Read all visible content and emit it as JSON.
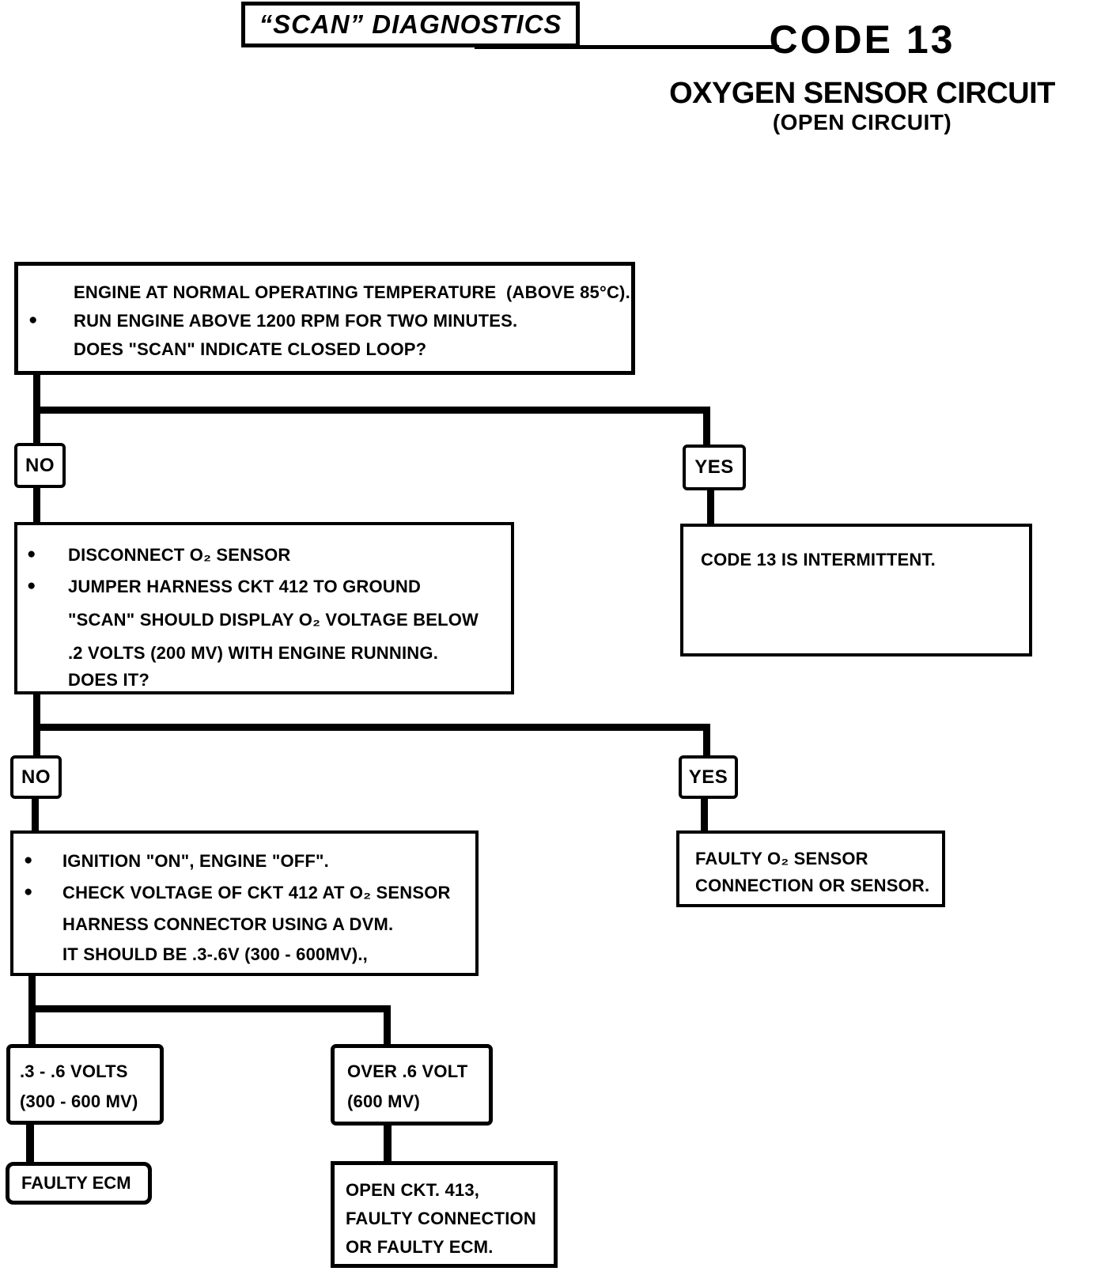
{
  "title": {
    "scan_diagnostics": "“SCAN” DIAGNOSTICS"
  },
  "heading": {
    "code": "CODE 13",
    "circuit": "OXYGEN SENSOR CIRCUIT",
    "sub": "(OPEN CIRCUIT)"
  },
  "icons": {
    "bullet": "●"
  },
  "colors": {
    "ink": "#000000",
    "paper": "#ffffff"
  },
  "nodes": {
    "step1": {
      "lines": [
        "ENGINE AT NORMAL OPERATING TEMPERATURE  (ABOVE 85°C).",
        "RUN ENGINE ABOVE 1200 RPM FOR TWO MINUTES.",
        "DOES \"SCAN\" INDICATE CLOSED LOOP?"
      ]
    },
    "no1": {
      "label": "NO"
    },
    "yes1": {
      "label": "YES"
    },
    "step2": {
      "lines": [
        "DISCONNECT O₂ SENSOR",
        "JUMPER HARNESS CKT 412 TO GROUND",
        "\"SCAN\" SHOULD DISPLAY O₂ VOLTAGE BELOW",
        ".2 VOLTS (200 MV) WITH ENGINE RUNNING.",
        "DOES IT?"
      ]
    },
    "intermittent": {
      "lines": [
        "CODE 13 IS INTERMITTENT."
      ]
    },
    "no2": {
      "label": "NO"
    },
    "yes2": {
      "label": "YES"
    },
    "step3": {
      "lines": [
        "IGNITION \"ON\", ENGINE \"OFF\".",
        "CHECK VOLTAGE OF CKT 412 AT O₂ SENSOR",
        "HARNESS CONNECTOR USING A DVM.",
        "IT SHOULD BE .3-.6V (300 - 600MV).,"
      ]
    },
    "faulty_sensor": {
      "lines": [
        "FAULTY O₂ SENSOR",
        "CONNECTION OR SENSOR."
      ]
    },
    "volts_in_range": {
      "lines": [
        ".3 - .6 VOLTS",
        "(300 - 600 MV)"
      ]
    },
    "volts_over": {
      "lines": [
        "OVER .6 VOLT",
        "(600 MV)"
      ]
    },
    "faulty_ecm": {
      "lines": [
        "FAULTY ECM"
      ]
    },
    "open_ckt": {
      "lines": [
        "OPEN CKT. 413,",
        "FAULTY CONNECTION",
        "OR FAULTY ECM."
      ]
    }
  }
}
